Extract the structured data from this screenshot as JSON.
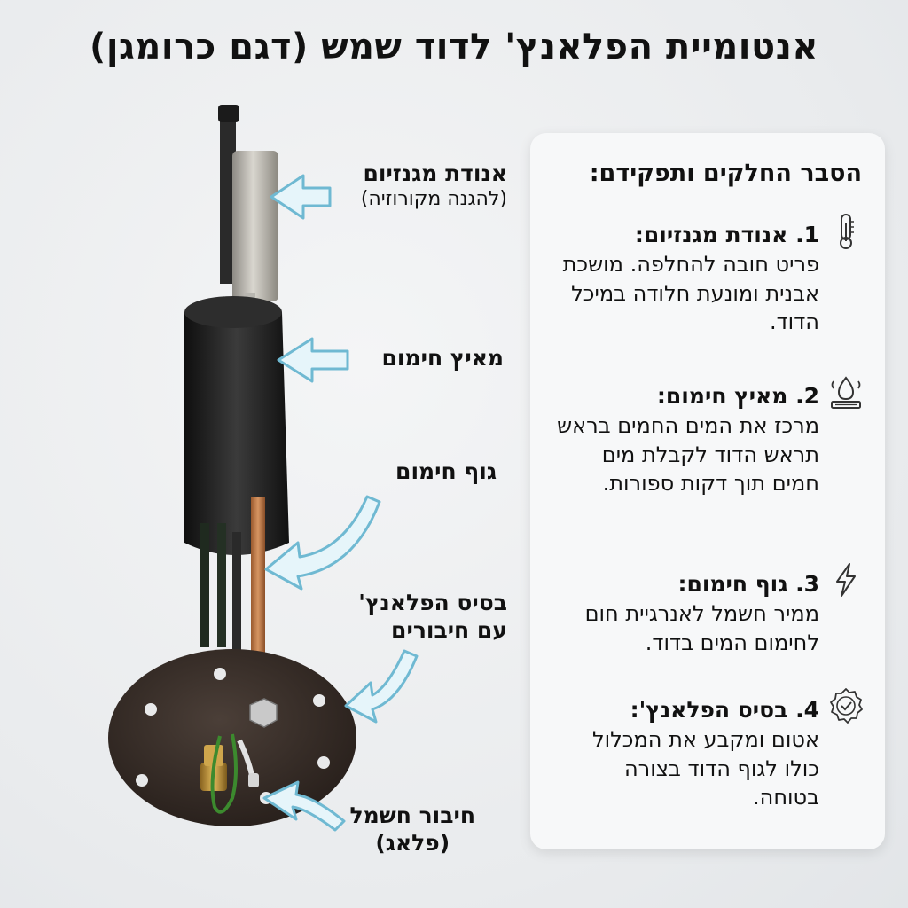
{
  "title": "אנטומיית הפלאנץ' לדוד שמש (דגם כרומגן)",
  "callouts": {
    "anode": {
      "label": "אנודת מגנזיום",
      "sub": "(להגנה מקורוזיה)"
    },
    "sleeve": {
      "label": "מאיץ חימום"
    },
    "element": {
      "label": "גוף חימום"
    },
    "base": {
      "label_line1": "בסיס הפלאנץ'",
      "label_line2": "עם חיבורים"
    },
    "plug": {
      "label_line1": "חיבור חשמל",
      "label_line2": "(פלאג)"
    }
  },
  "panel": {
    "title": "הסבר החלקים ותפקידם:",
    "parts": [
      {
        "head": "1. אנודת מגנזיום:",
        "body": "פריט חובה להחלפה. מושכת אבנית ומונעת חלודה במיכל הדוד.",
        "icon": "thermometer-icon"
      },
      {
        "head": "2. מאיץ חימום:",
        "body": "מרכז את המים החמים בראש תראש הדוד לקבלת מים חמים תוך דקות ספורות.",
        "icon": "water-heating-icon"
      },
      {
        "head": "3. גוף חימום:",
        "body": "ממיר חשמל לאנרגיית חום לחימום המים בדוד.",
        "icon": "lightning-icon"
      },
      {
        "head": "4. בסיס הפלאנץ':",
        "body": "אטום ומקבע את המכלול כולו לגוף הדוד בצורה בטוחה.",
        "icon": "seal-check-icon"
      }
    ]
  },
  "colors": {
    "arrow_fill": "#e6f5fa",
    "arrow_stroke": "#6fb9d2",
    "flange": "#3a2f2a",
    "sleeve": "#1f1f1f"
  }
}
